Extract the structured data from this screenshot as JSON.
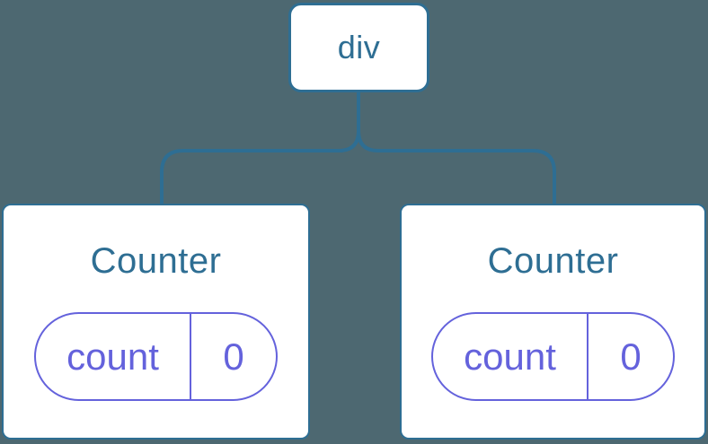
{
  "diagram": {
    "root": {
      "label": "div"
    },
    "children": [
      {
        "title": "Counter",
        "state": {
          "key": "count",
          "value": "0"
        }
      },
      {
        "title": "Counter",
        "state": {
          "key": "count",
          "value": "0"
        }
      }
    ]
  },
  "colors": {
    "background": "#4D6871",
    "node_blue": "#2E6E93",
    "state_purple": "#6462DC",
    "card_bg": "#FFFFFF"
  }
}
